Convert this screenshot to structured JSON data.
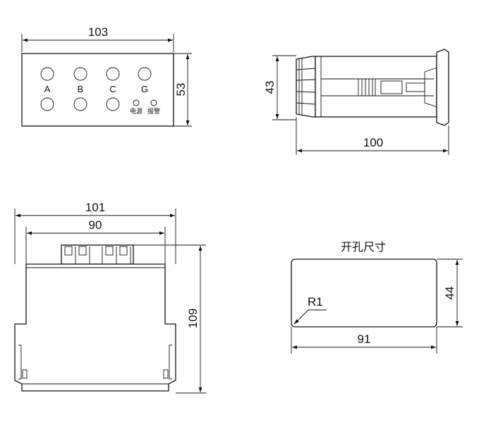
{
  "front_view": {
    "width_dim": "103",
    "height_dim": "53",
    "buttons": [
      {
        "label": "A"
      },
      {
        "label": "B"
      },
      {
        "label": "C"
      },
      {
        "label": "G"
      }
    ],
    "indicators": [
      {
        "label": "电源"
      },
      {
        "label": "报警"
      }
    ]
  },
  "side_view": {
    "height_dim": "43",
    "length_dim": "100"
  },
  "bottom_view": {
    "outer_width_dim": "101",
    "inner_width_dim": "90",
    "height_dim": "109"
  },
  "cutout_view": {
    "title": "开孔尺寸",
    "radius_label": "R1",
    "width_dim": "91",
    "height_dim": "44"
  }
}
